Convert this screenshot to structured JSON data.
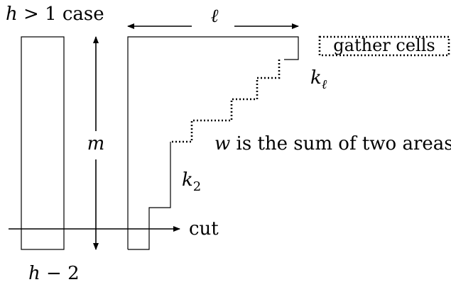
{
  "labels": {
    "case_title_math": "h",
    "case_title_rest": "> 1 case",
    "ell": "ℓ",
    "m": "m",
    "gather_cells": "gather cells",
    "k_ell_base": "k",
    "k_ell_sub": "ℓ",
    "w_var": "w",
    "w_rest": "is the sum of two areas",
    "k2_base": "k",
    "k2_sub": "2",
    "cut": "cut",
    "h_minus_2_var": "h",
    "h_minus_2_rest": "− 2"
  }
}
